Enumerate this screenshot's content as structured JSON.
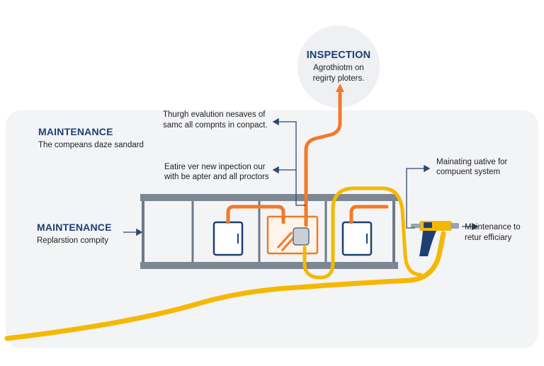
{
  "inspection": {
    "title": "INSPECTION",
    "line1": "Agrothiotm on",
    "line2": "regirty ploters."
  },
  "maintenance_top": {
    "title": "MAINTENANCE",
    "subtitle": "The compeans daze sandard"
  },
  "maintenance_mid": {
    "title": "MAINTENANCE",
    "subtitle": "Replarstion compity"
  },
  "annotations": {
    "a1_line1": "Thurgh evalution nesaves of",
    "a1_line2": "samc all compnts in conpact.",
    "a2_line1": "Eatire ver new inpection our",
    "a2_line2": "with be apter and all proctors",
    "a3_line1": "Mainating uative for",
    "a3_line2": "compuent system",
    "a4_line1": "Maintenance to",
    "a4_line2": "retur efficiary"
  },
  "colors": {
    "orange_pipe": "#f07a2a",
    "yellow_pipe": "#f5b800",
    "navy": "#1d3f73",
    "panel": "#f4f5f7",
    "frame": "#6f7a86",
    "arrow": "#2c4a6e"
  }
}
